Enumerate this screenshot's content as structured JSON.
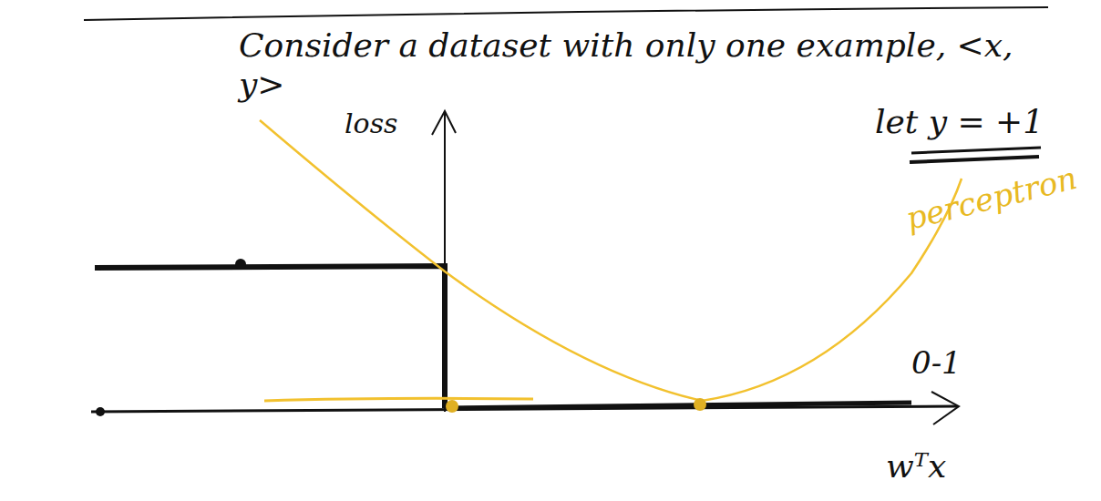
{
  "diagram": {
    "labels": [
      "Consider a dataset with only one example, <x, y>",
      "let y = +1",
      "loss",
      "perceptron",
      "0-1",
      "wᵀx"
    ]
  }
}
